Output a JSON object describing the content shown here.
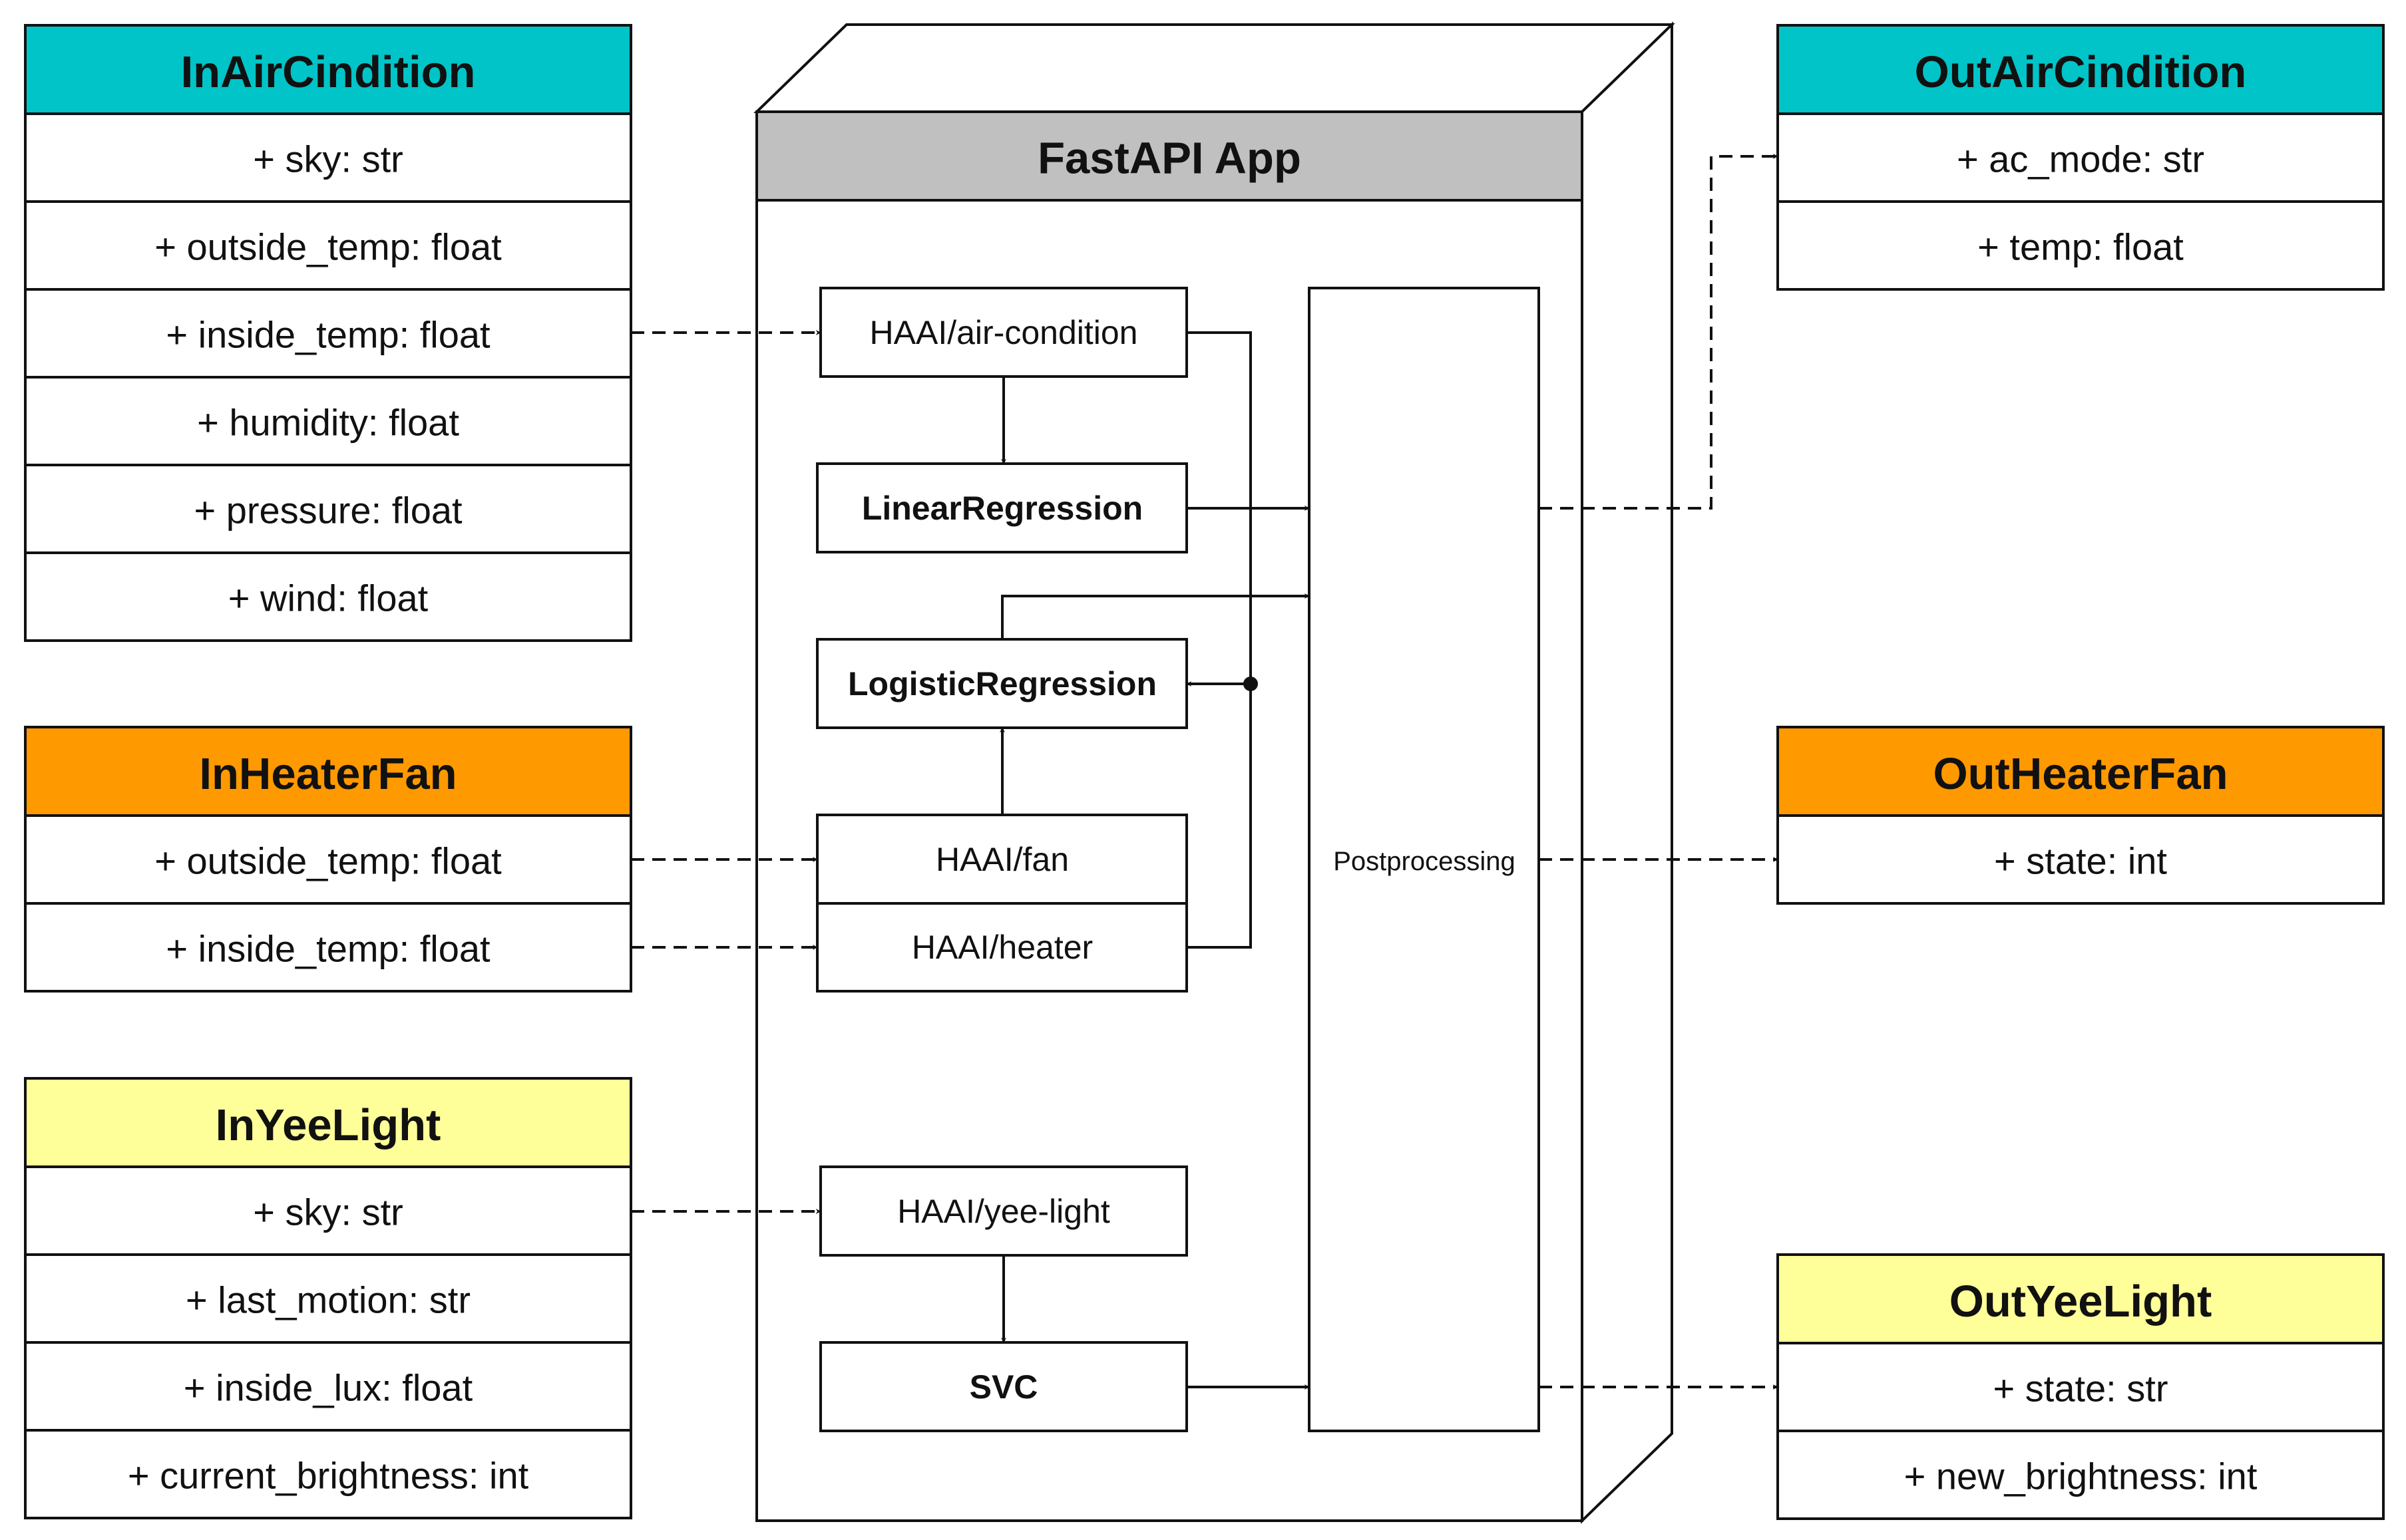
{
  "colors": {
    "air": "#00C4C8",
    "heater": "#FF9900",
    "light": "#FFFF99",
    "app_header": "#C0C0C0",
    "stroke": "#111111"
  },
  "input_classes": [
    {
      "id": "in-air",
      "name": "InAirCindition",
      "color_key": "air",
      "fields": [
        "+ sky: str",
        "+ outside_temp: float",
        "+ inside_temp: float",
        "+ humidity: float",
        "+ pressure: float",
        "+ wind: float"
      ]
    },
    {
      "id": "in-heater",
      "name": "InHeaterFan",
      "color_key": "heater",
      "fields": [
        "+ outside_temp: float",
        "+ inside_temp: float"
      ]
    },
    {
      "id": "in-light",
      "name": "InYeeLight",
      "color_key": "light",
      "fields": [
        "+ sky: str",
        "+ last_motion: str",
        "+ inside_lux: float",
        "+ current_brightness: int"
      ]
    }
  ],
  "output_classes": [
    {
      "id": "out-air",
      "name": "OutAirCindition",
      "color_key": "air",
      "fields": [
        "+ ac_mode: str",
        "+ temp: float"
      ]
    },
    {
      "id": "out-heater",
      "name": "OutHeaterFan",
      "color_key": "heater",
      "fields": [
        "+ state: int"
      ]
    },
    {
      "id": "out-light",
      "name": "OutYeeLight",
      "color_key": "light",
      "fields": [
        "+ state: str",
        "+ new_brightness: int"
      ]
    }
  ],
  "app": {
    "title": "FastAPI App",
    "endpoints": {
      "air": "HAAI/air-condition",
      "fan": "HAAI/fan",
      "heater": "HAAI/heater",
      "light": "HAAI/yee-light"
    },
    "models": {
      "linear": "LinearRegression",
      "logistic": "LogisticRegression",
      "svc": "SVC"
    },
    "postprocessing": "Postprocessing"
  }
}
